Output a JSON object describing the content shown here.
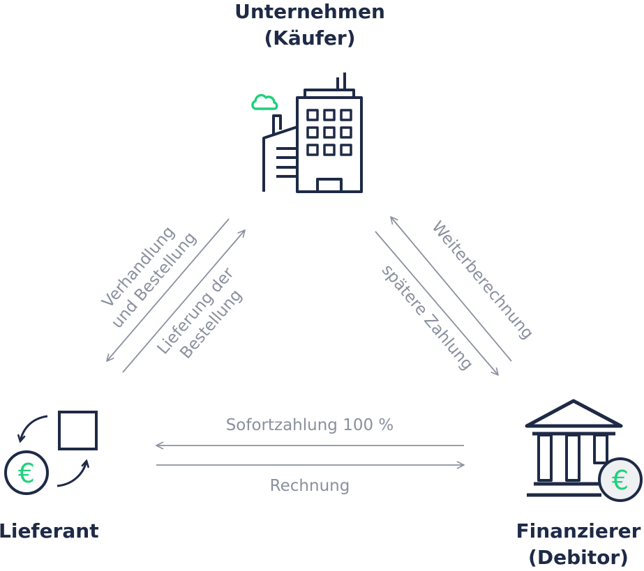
{
  "nodes": {
    "buyer": {
      "line1": "Unternehmen",
      "line2": "(Käufer)"
    },
    "supplier": {
      "label": "Lieferant"
    },
    "financier": {
      "line1": "Finanzierer",
      "line2": "(Debitor)"
    }
  },
  "edges": {
    "order": {
      "line1": "Verhandlung",
      "line2": "und Bestellung"
    },
    "delivery": {
      "line1": "Lieferung der",
      "line2": "Bestellung"
    },
    "recharge": {
      "label": "Weiterberechnung"
    },
    "later_payment": {
      "label": "spätere Zahlung"
    },
    "instant_payment": {
      "label": "Sofortzahlung 100 %"
    },
    "invoice": {
      "label": "Rechnung"
    }
  },
  "icons": {
    "buyer": "office-building-icon",
    "supplier": "goods-exchange-icon",
    "financier": "bank-icon",
    "currency": "euro-coin-icon"
  },
  "colors": {
    "dark": "#1e2a46",
    "accent": "#1fd17a",
    "arrow": "#8a909e"
  }
}
